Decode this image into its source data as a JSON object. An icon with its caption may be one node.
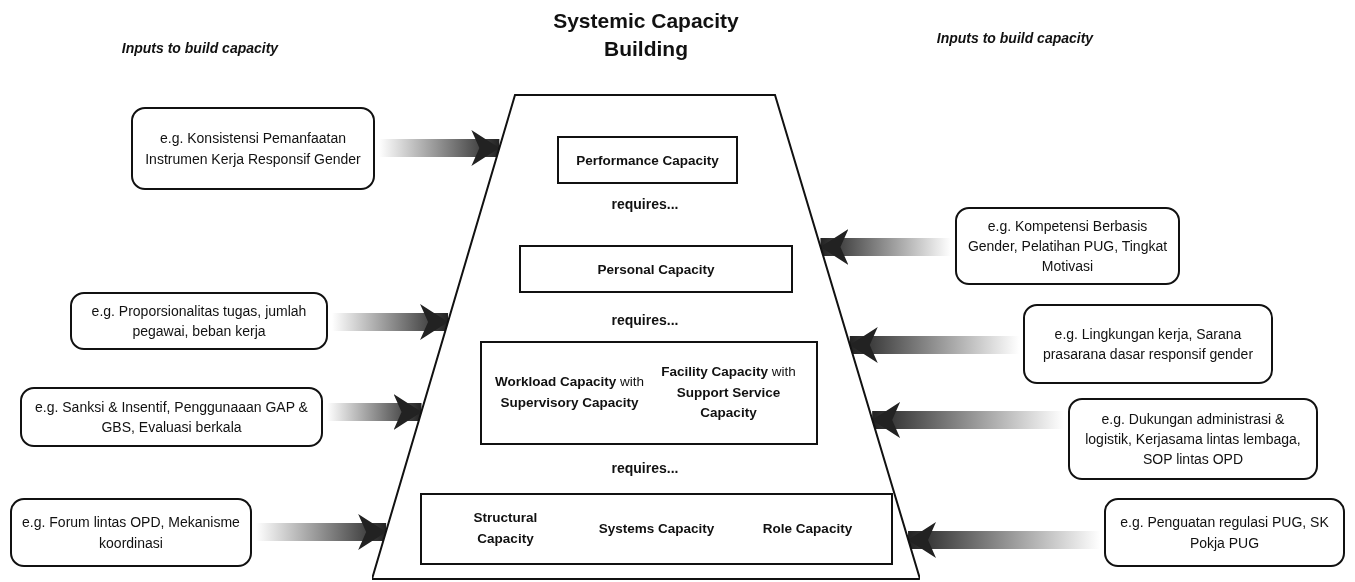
{
  "diagram": {
    "nodes": [
      {
        "text": [
          "Systemic Capacity Building"
        ]
      },
      {
        "text": [
          "Performance Capacity"
        ],
        "in": 0
      },
      {
        "text": [
          "Personal Capacity"
        ],
        "in": 0
      },
      {
        "text": [
          "**Workload Capacity** with **Supervisory Capacity**",
          "**Facility Capacity** with **Support Service Capacity**"
        ],
        "in": 0
      },
      {
        "text": [
          "Structural Capacity",
          "Systems Capacity",
          "Role Capacity"
        ],
        "in": 0
      },
      {
        "text": [
          "e.g. Konsistensi Pemanfaatan Instrumen Kerja Responsif Gender"
        ]
      },
      {
        "text": [
          "e.g. Proporsionalitas tugas, jumlah pegawai, beban kerja"
        ]
      },
      {
        "text": [
          "e.g. Sanksi & Insentif, Penggunaaan GAP & GBS, Evaluasi berkala"
        ]
      },
      {
        "text": [
          "e.g. Forum lintas OPD, Mekanisme koordinasi"
        ]
      },
      {
        "text": [
          "e.g. Kompetensi Berbasis Gender, Pelatihan PUG, Tingkat Motivasi"
        ]
      },
      {
        "text": [
          "e.g. Lingkungan kerja, Sarana prasarana dasar responsif gender"
        ]
      },
      {
        "text": [
          "e.g. Dukungan administrasi & logistik, Kerjasama lintas lembaga, SOP lintas OPD"
        ]
      },
      {
        "text": [
          "e.g. Penguatan regulasi PUG, SK Pokja PUG"
        ]
      }
    ],
    "edges": [
      {
        "from": 5,
        "to": 0,
        "arrow": "to"
      },
      {
        "from": 6,
        "to": 0,
        "arrow": "to"
      },
      {
        "from": 7,
        "to": 0,
        "arrow": "to"
      },
      {
        "from": 8,
        "to": 0,
        "arrow": "to"
      },
      {
        "from": 9,
        "to": 0,
        "arrow": "to"
      },
      {
        "from": 10,
        "to": 0,
        "arrow": "to"
      },
      {
        "from": 11,
        "to": 0,
        "arrow": "to"
      },
      {
        "from": 12,
        "to": 0,
        "arrow": "to"
      }
    ],
    "labels": [
      "Inputs to build capacity",
      "Inputs to build capacity",
      "requires...",
      "requires...",
      "requires..."
    ]
  }
}
